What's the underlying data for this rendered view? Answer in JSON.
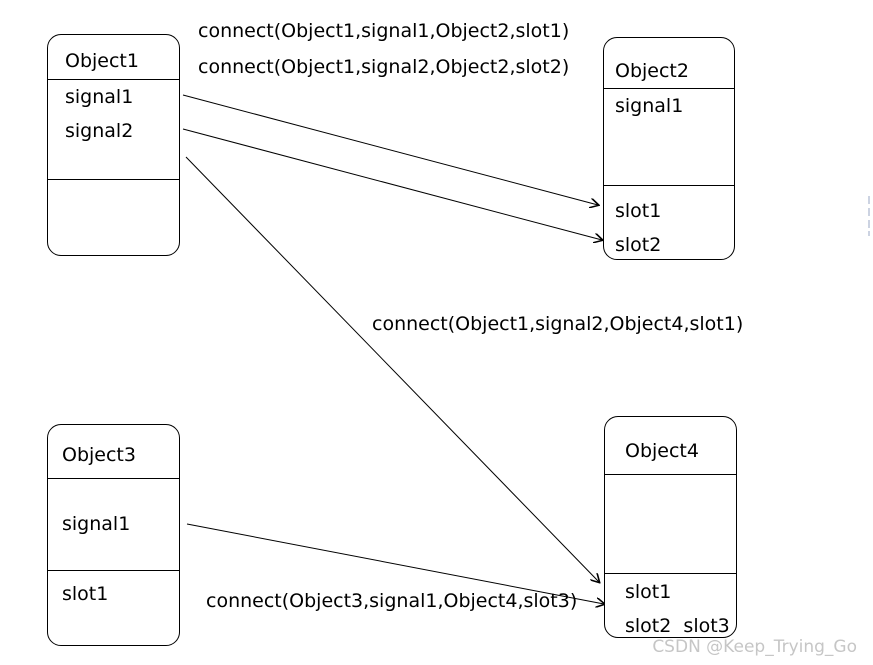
{
  "objects": {
    "object1": {
      "title": "Object1",
      "signals": [
        "signal1",
        "signal2"
      ]
    },
    "object2": {
      "title": "Object2",
      "signals": [
        "signal1"
      ],
      "slots": [
        "slot1",
        "slot2"
      ]
    },
    "object3": {
      "title": "Object3",
      "signals": [
        "signal1"
      ],
      "slots": [
        "slot1"
      ]
    },
    "object4": {
      "title": "Object4",
      "slots": [
        "slot1",
        "slot2  slot3"
      ]
    }
  },
  "connections": [
    "connect(Object1,signal1,Object2,slot1)",
    "connect(Object1,signal2,Object2,slot2)",
    "connect(Object1,signal2,Object4,slot1)",
    "connect(Object3,signal1,Object4,slot3)"
  ],
  "watermark": "CSDN @Keep_Trying_Go",
  "colors": {
    "stroke": "#000000",
    "watermark": "#c6c6c6",
    "edge_mark": "#9aa7c4"
  }
}
